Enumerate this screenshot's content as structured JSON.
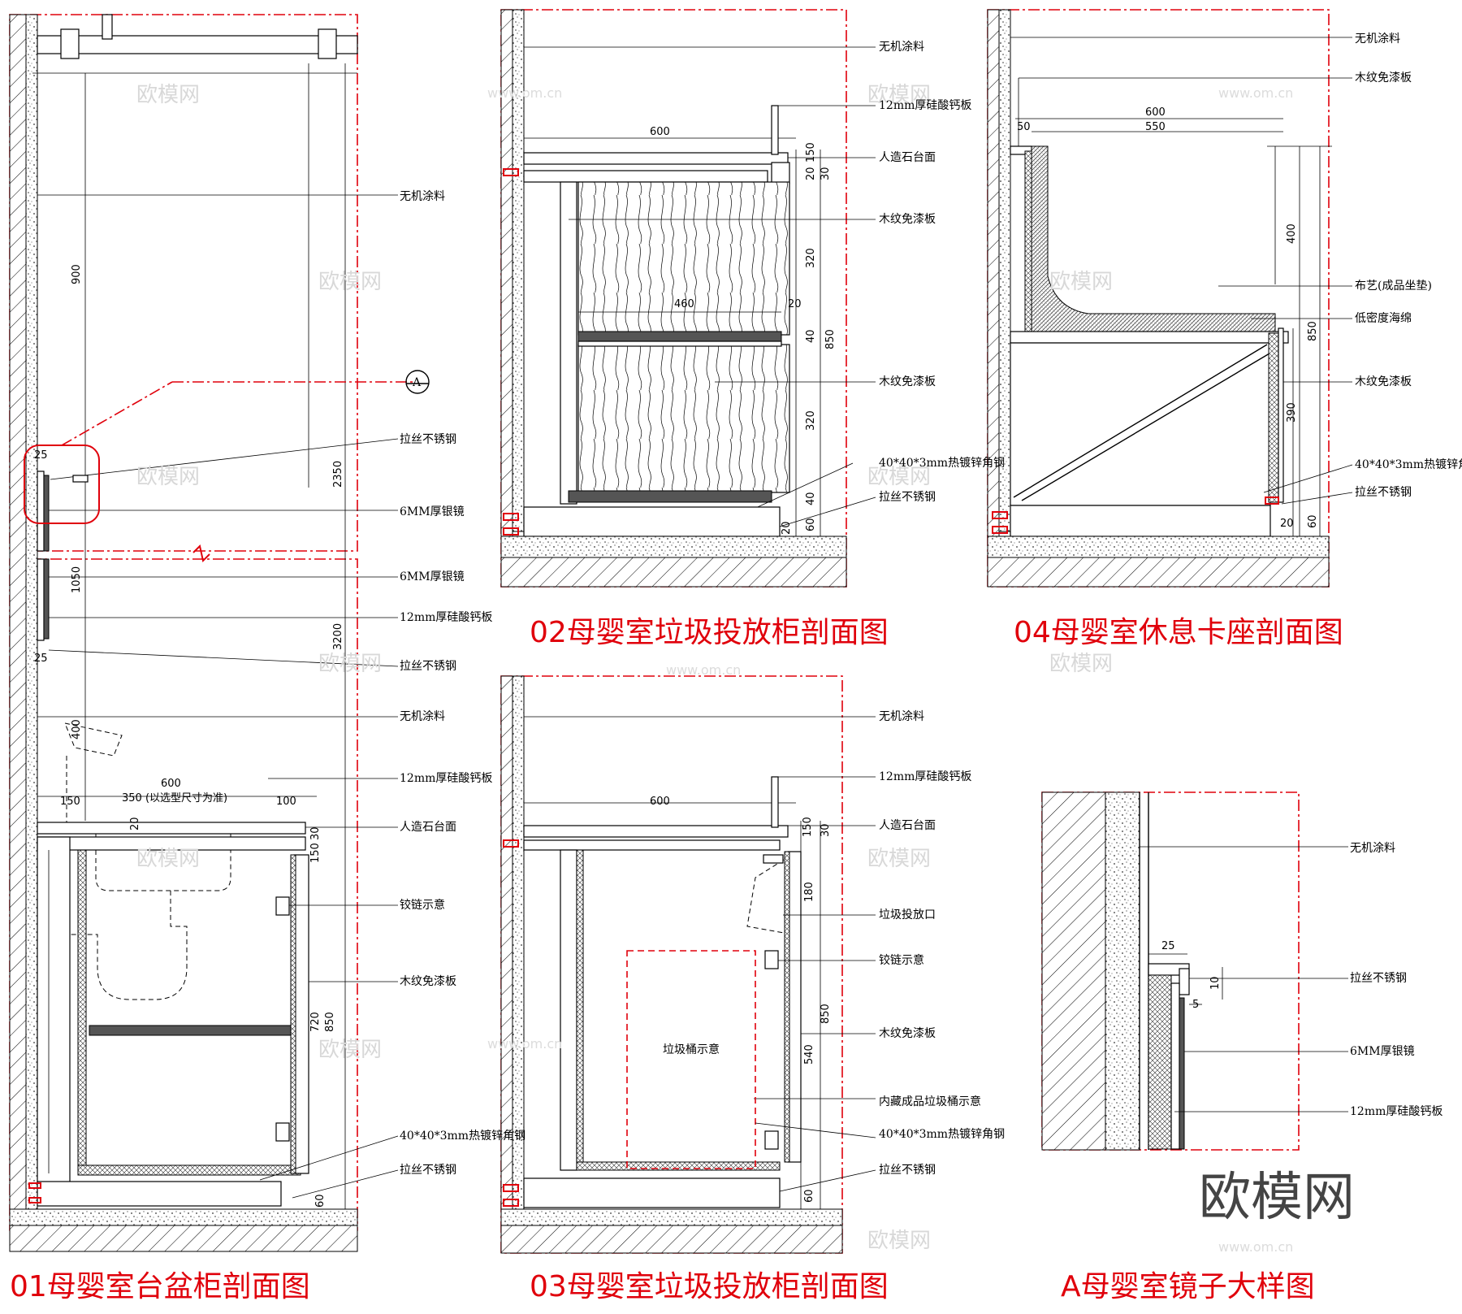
{
  "titles": {
    "s01": "01母婴室台盆柜剖面图",
    "s02": "02母婴室垃圾投放柜剖面图",
    "s03": "03母婴室垃圾投放柜剖面图",
    "s04": "04母婴室休息卡座剖面图",
    "sA": "A母婴室镜子大样图"
  },
  "callout": "A",
  "brand": "欧模网",
  "watermark": {
    "cn": "欧模网",
    "url": "www.om.cn"
  },
  "s01": {
    "labels": [
      "无机涂料",
      "拉丝不锈钢",
      "6MM厚银镜",
      "6MM厚银镜",
      "12mm厚硅酸钙板",
      "拉丝不锈钢",
      "无机涂料",
      "12mm厚硅酸钙板",
      "人造石台面",
      "铰链示意",
      "木纹免漆板",
      "40*40*3mm热镀锌角钢",
      "拉丝不锈钢"
    ],
    "dims": [
      "900",
      "25",
      "2350",
      "1050",
      "3200",
      "25",
      "400",
      "600",
      "150",
      "350 (以选型尺寸为准)",
      "100",
      "20",
      "30",
      "150",
      "720",
      "850",
      "60"
    ]
  },
  "s02": {
    "labels": [
      "无机涂料",
      "12mm厚硅酸钙板",
      "人造石台面",
      "木纹免漆板",
      "木纹免漆板",
      "40*40*3mm热镀锌角钢",
      "拉丝不锈钢"
    ],
    "dims": [
      "600",
      "20",
      "150",
      "30",
      "320",
      "460",
      "20",
      "40",
      "850",
      "320",
      "40",
      "20",
      "60"
    ]
  },
  "s03": {
    "labels": [
      "无机涂料",
      "12mm厚硅酸钙板",
      "人造石台面",
      "垃圾投放口",
      "铰链示意",
      "木纹免漆板",
      "内藏成品垃圾桶示意",
      "40*40*3mm热镀锌角钢",
      "拉丝不锈钢"
    ],
    "dims": [
      "600",
      "150",
      "30",
      "180",
      "850",
      "540",
      "60"
    ],
    "bin": "垃圾桶示意"
  },
  "s04": {
    "labels": [
      "无机涂料",
      "木纹免漆板",
      "布艺(成品坐垫)",
      "低密度海绵",
      "木纹免漆板",
      "40*40*3mm热镀锌角钢",
      "拉丝不锈钢"
    ],
    "dims": [
      "600",
      "50",
      "550",
      "400",
      "850",
      "390",
      "20",
      "60"
    ]
  },
  "sA": {
    "labels": [
      "无机涂料",
      "拉丝不锈钢",
      "6MM厚银镜",
      "12mm厚硅酸钙板"
    ],
    "dims": [
      "25",
      "10",
      "5"
    ]
  }
}
